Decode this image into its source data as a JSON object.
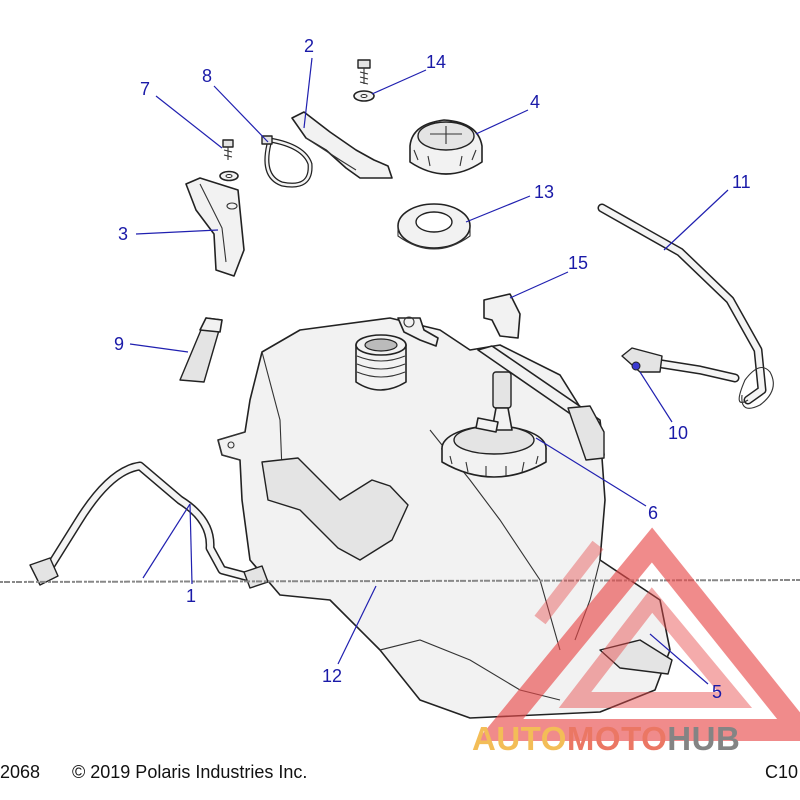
{
  "callouts": [
    {
      "label": "1"
    },
    {
      "label": "2"
    },
    {
      "label": "3"
    },
    {
      "label": "4"
    },
    {
      "label": "5"
    },
    {
      "label": "6"
    },
    {
      "label": "7"
    },
    {
      "label": "8"
    },
    {
      "label": "9"
    },
    {
      "label": "10"
    },
    {
      "label": "11"
    },
    {
      "label": "12"
    },
    {
      "label": "13"
    },
    {
      "label": "14"
    },
    {
      "label": "15"
    }
  ],
  "footer": {
    "code": "2068",
    "copyright": "© 2019 Polaris Industries Inc.",
    "page": "C10"
  },
  "watermark": {
    "part1": "AUTO",
    "part2": "MOTO",
    "part3": "HUB",
    "colors": {
      "auto": "#f2b23a",
      "moto": "#e8604a",
      "hub": "#6f6f6f",
      "triangle": "#e84a4a"
    }
  },
  "colors": {
    "callout": "#1a1aa8",
    "line": "#222222"
  }
}
